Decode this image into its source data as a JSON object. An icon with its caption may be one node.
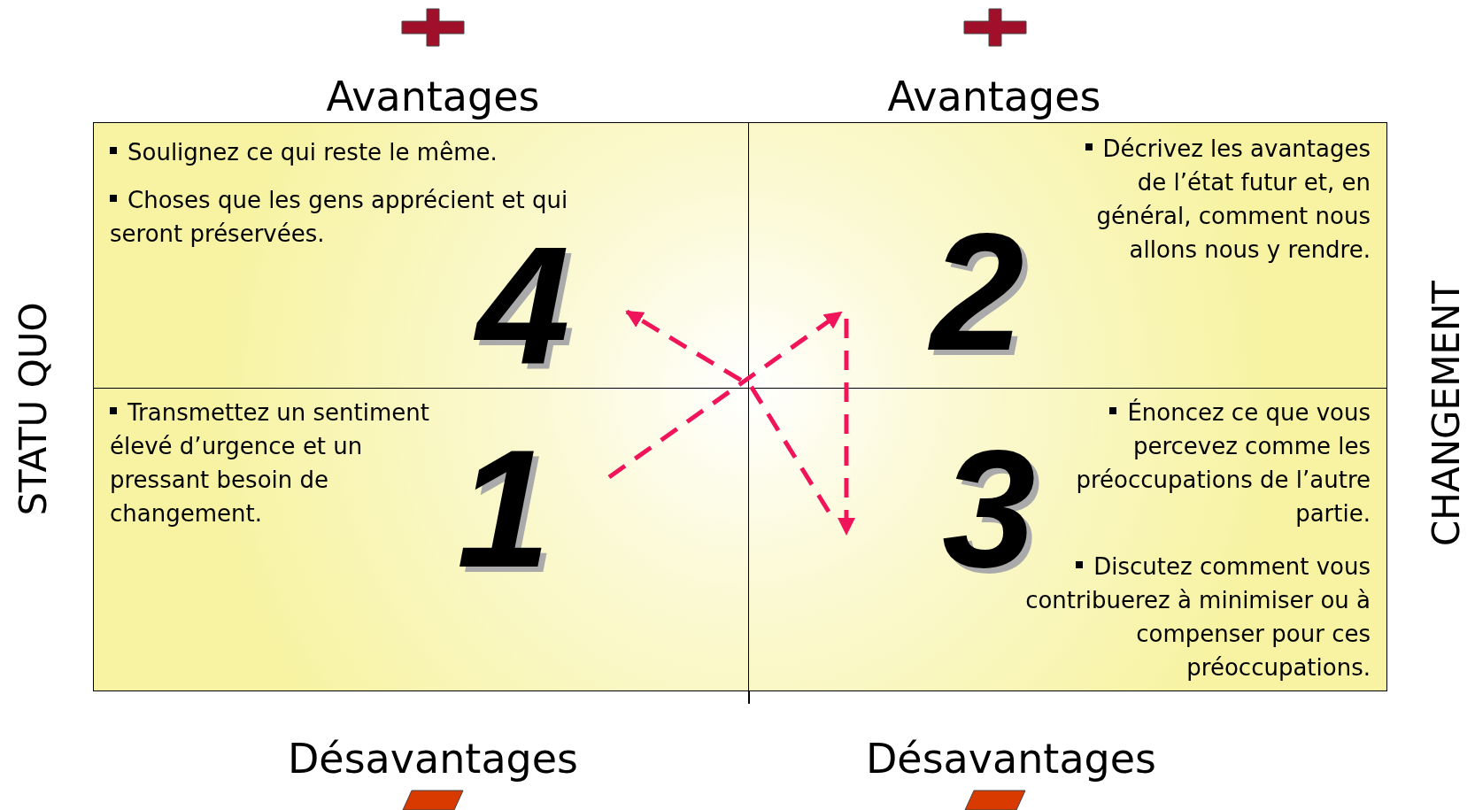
{
  "diagram": {
    "nodes": [
      {
        "text": [
          "Soulignez ce qui reste le même.",
          "Choses que les gens apprécient et qui seront préservées.",
          "4"
        ]
      },
      {
        "text": [
          "Décrivez les avantages de l’état futur et, en général, comment nous allons nous y rendre.",
          "2"
        ]
      },
      {
        "text": [
          "Transmettez un sentiment élevé d’urgence et un pressant besoin de changement.",
          "1"
        ]
      },
      {
        "text": [
          "Énoncez ce que vous percevez comme les préoccupations de l’autre partie.",
          "Discutez comment vous contribuerez à minimiser ou à compenser pour ces préoccupations.",
          "3"
        ]
      }
    ],
    "edges": [
      {
        "from": 2,
        "to": 1,
        "arrow": "to",
        "style": "dashed"
      },
      {
        "from": 1,
        "to": 3,
        "arrow": "to",
        "style": "dashed"
      },
      {
        "from": 3,
        "to": 0,
        "arrow": "to",
        "style": "dashed"
      }
    ],
    "labels": [
      "Avantages",
      "Avantages",
      "STATU QUO",
      "CHANGEMENT",
      "Désavantages",
      "Désavantages"
    ]
  }
}
